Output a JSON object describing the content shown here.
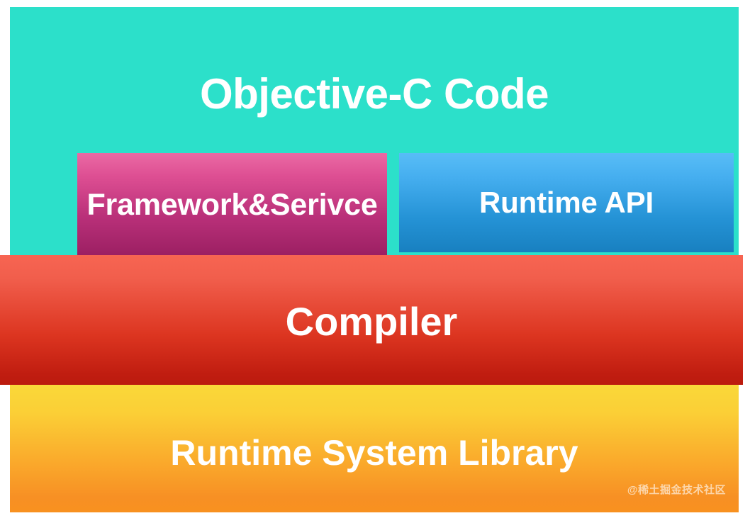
{
  "diagram": {
    "type": "layered-architecture-stack",
    "layers": [
      {
        "id": "objective-c-code",
        "label": "Objective-C Code",
        "color": "#2ce0ca"
      },
      {
        "id": "framework-service",
        "label": "Framework&Serivce",
        "gradient_from": "#ea6aa4",
        "gradient_to": "#9b1f62"
      },
      {
        "id": "runtime-api",
        "label": "Runtime API",
        "gradient_from": "#58bdf7",
        "gradient_to": "#1880c0"
      },
      {
        "id": "compiler",
        "label": "Compiler",
        "gradient_from": "#f76552",
        "gradient_to": "#bb1a0e"
      },
      {
        "id": "runtime-system-library",
        "label": "Runtime System Library",
        "gradient_from": "#f9d839",
        "gradient_to": "#f8911f"
      }
    ]
  },
  "watermark": {
    "text": "@稀土掘金技术社区"
  }
}
